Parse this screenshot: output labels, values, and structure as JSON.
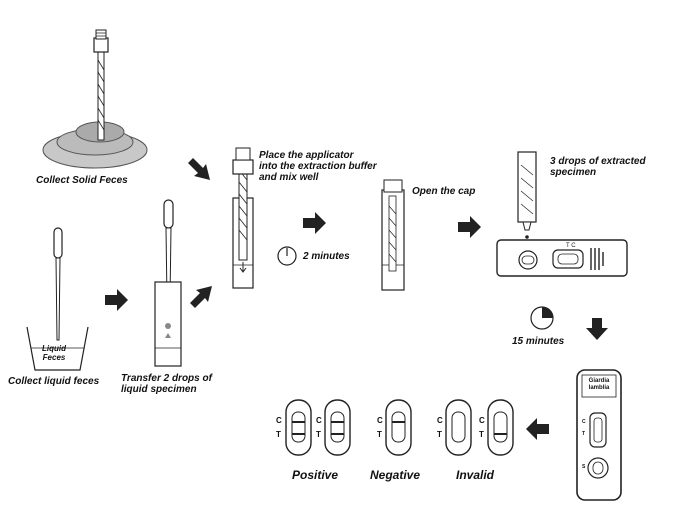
{
  "steps": {
    "collect_solid": "Collect Solid Feces",
    "collect_liquid": "Collect liquid feces",
    "liquid_feces_label": "Liquid\nFeces",
    "transfer": "Transfer 2 drops of\nliquid specimen",
    "place_applicator": "Place the applicator\ninto the extraction buffer\nand mix well",
    "two_minutes": "2 minutes",
    "open_cap": "Open the cap",
    "three_drops": "3 drops of extracted\nspecimen",
    "fifteen_minutes": "15 minutes"
  },
  "cassette": {
    "brand": "Giardia\nlamblia",
    "window_c": "C",
    "window_t": "T",
    "well_s": "S"
  },
  "results": {
    "positive": "Positive",
    "negative": "Negative",
    "invalid": "Invalid",
    "c": "C",
    "t": "T"
  },
  "colors": {
    "ink": "#111111",
    "plate": "#c8c8c8"
  },
  "icons": [
    "arrow-right-icon",
    "arrow-down-icon",
    "arrow-left-icon",
    "arrow-diagonal-icon",
    "timer-icon"
  ]
}
